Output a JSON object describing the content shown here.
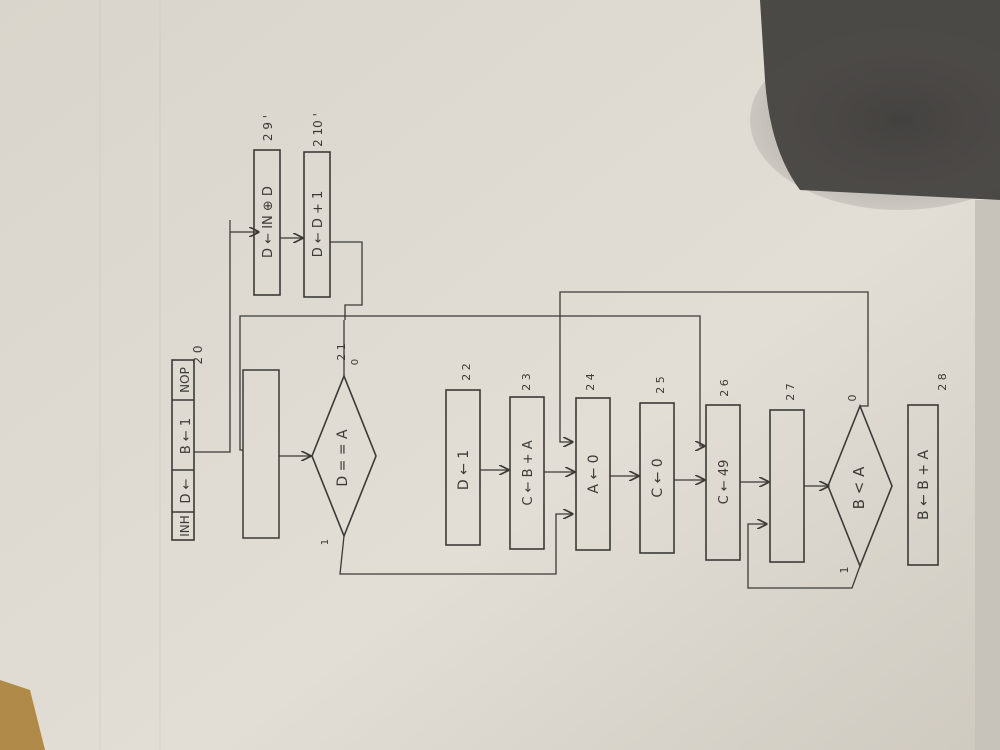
{
  "photo": {
    "subject": "hand-drawn flowchart on paper, photographed rotated 90 degrees",
    "colors": {
      "paper": "#dedad2",
      "ink": "#3c3a37",
      "shadow": "#4a4845",
      "backdrop": "#b4aea3"
    }
  },
  "top_row": {
    "seg1": "INH",
    "seg2": "D ←",
    "seg3": "B ← 1",
    "seg4": "NOP",
    "state": "2 0"
  },
  "side_boxes": {
    "box_a": "D ← IN ⊕ D",
    "box_a_state": "2 9 '",
    "box_b": "D ← D + 1",
    "box_b_state": "2 10 '"
  },
  "decision_1": {
    "text": "D = = A",
    "state": "2 1",
    "branch_yes": "1",
    "branch_no": "0"
  },
  "boxes": [
    {
      "id": "s22",
      "text": "D ← 1",
      "state": "2 2"
    },
    {
      "id": "s23",
      "text": "C ← B + A",
      "state": "2 3"
    },
    {
      "id": "s24",
      "text": "A ← 0",
      "state": "2 4"
    },
    {
      "id": "s25",
      "text": "C ← 0",
      "state": "2 5"
    },
    {
      "id": "s26",
      "text": "C ← 49",
      "state": "2 6"
    },
    {
      "id": "s27",
      "text": "",
      "state": "2 7"
    }
  ],
  "decision_2": {
    "text": "B < A",
    "branch_yes": "1",
    "branch_no": "0"
  },
  "last_box": {
    "text": "B ← B + A",
    "state": "2 8"
  }
}
